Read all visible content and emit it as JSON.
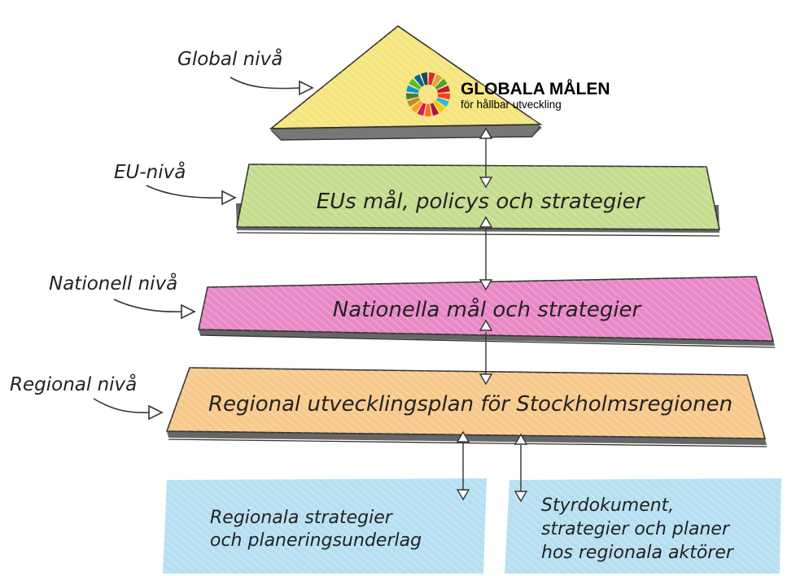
{
  "levels": {
    "global": "Global nivå",
    "eu": "EU-nivå",
    "national": "Nationell nivå",
    "regional": "Regional nivå"
  },
  "logo": {
    "title": "GLOBALA MÅLEN",
    "subtitle": "för hållbar utveckling",
    "wheel_colors": [
      "#e5243b",
      "#dda63a",
      "#4c9f38",
      "#c5192d",
      "#ff3a21",
      "#26bde2",
      "#fcc30b",
      "#a21942",
      "#fd6925",
      "#dd1367",
      "#fd9d24",
      "#bf8b2e",
      "#3f7e44",
      "#0a97d9",
      "#56c02b",
      "#00689d",
      "#19486a"
    ]
  },
  "bands": {
    "eu": "EUs mål, policys och strategier",
    "national": "Nationella mål och strategier",
    "regional": "Regional utvecklingsplan för Stockholmsregionen"
  },
  "boxes": {
    "left": [
      "Regionala strategier",
      "och planeringsunderlag"
    ],
    "right": [
      "Styrdokument,",
      "strategier och planer",
      "hos regionala aktörer"
    ]
  },
  "colors": {
    "yellow": "#f5e57d",
    "green": "#c3dd8e",
    "pink": "#e988c6",
    "orange": "#f7c98b",
    "blue": "#b7dff2"
  }
}
